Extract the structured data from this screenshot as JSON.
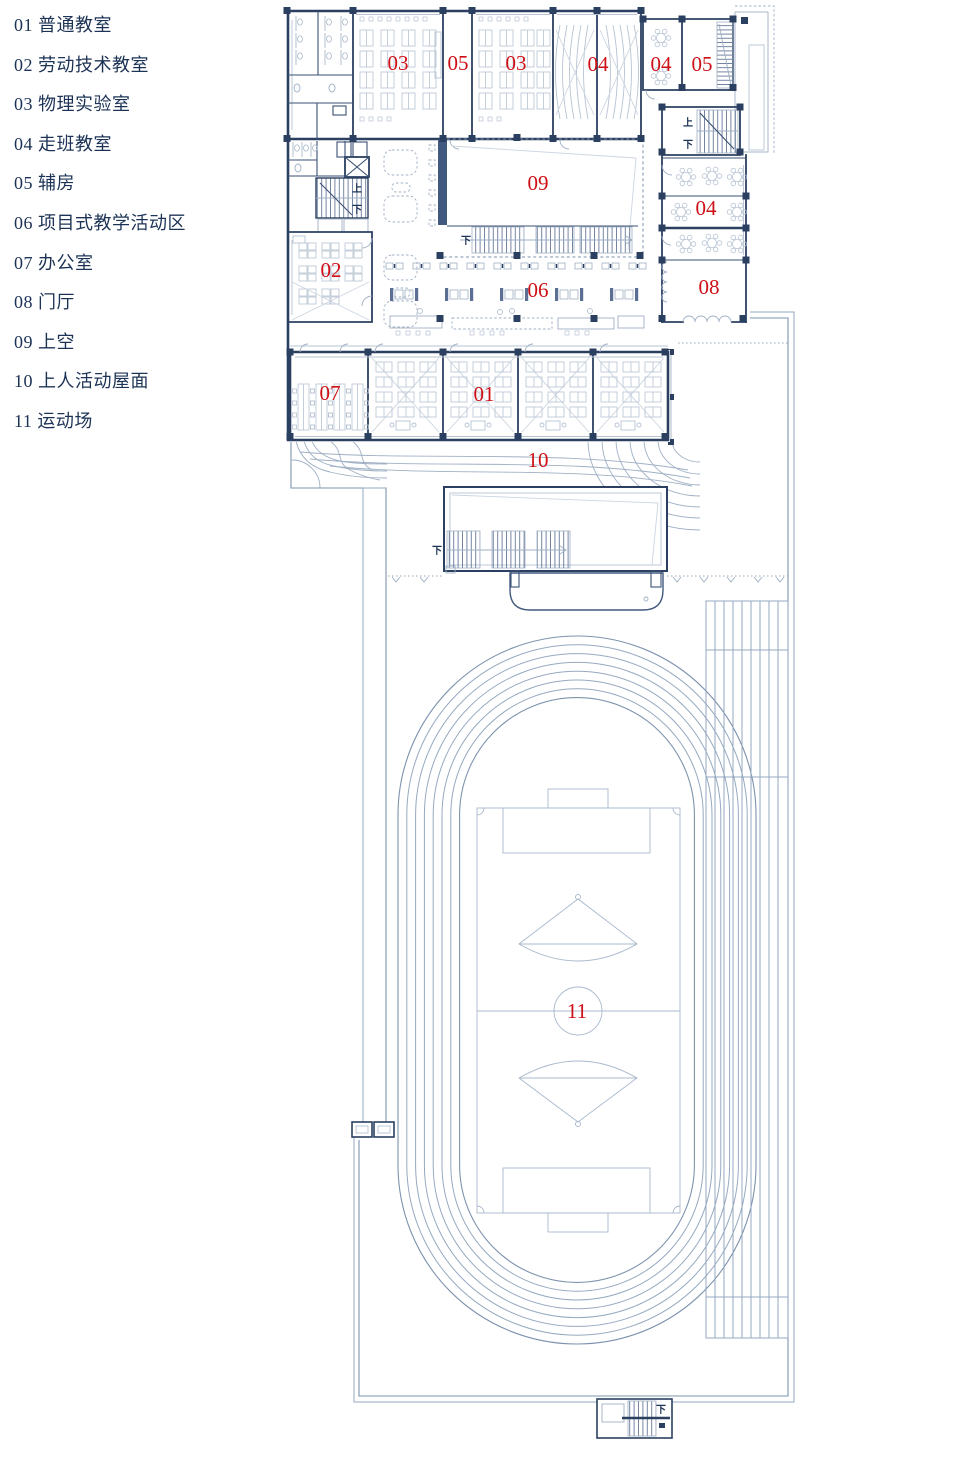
{
  "legend": {
    "items": [
      "01 普通教室",
      "02 劳动技术教室",
      "03 物理实验室",
      "04 走班教室",
      "05 辅房",
      "06 项目式教学活动区",
      "07 办公室",
      "08 门厅",
      "09 上空",
      "10 上人活动屋面",
      "11 运动场"
    ]
  },
  "plan": {
    "room_labels": [
      "03",
      "05",
      "03",
      "04",
      "04",
      "05",
      "09",
      "04",
      "02",
      "06",
      "08",
      "07",
      "01",
      "10",
      "11"
    ],
    "stair_up": "上",
    "stair_down": "下"
  },
  "colors": {
    "accent_red": "#ce1016",
    "wall_navy": "#2b4060",
    "text_navy": "#1d3356",
    "furniture_light": "#b7c3d3",
    "track_line": "#96a9c0"
  }
}
